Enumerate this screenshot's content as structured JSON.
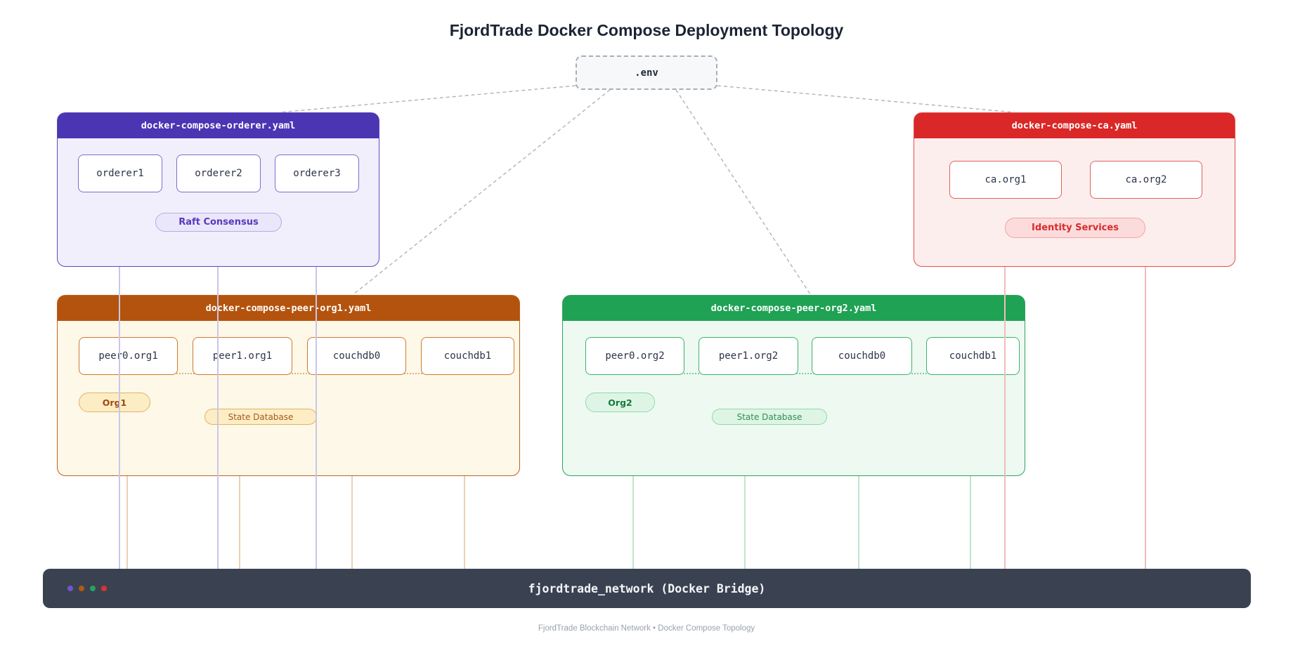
{
  "title": "FjordTrade Docker Compose Deployment Topology",
  "env": {
    "label": ".env"
  },
  "boxes": {
    "orderer": {
      "filename": "docker-compose-orderer.yaml",
      "accent_color": "#4b35b3",
      "services": [
        "orderer1",
        "orderer2",
        "orderer3"
      ],
      "badge": "Raft Consensus"
    },
    "ca": {
      "filename": "docker-compose-ca.yaml",
      "accent_color": "#da2727",
      "services": [
        "ca.org1",
        "ca.org2"
      ],
      "badge": "Identity Services"
    },
    "org1": {
      "filename": "docker-compose-peer-org1.yaml",
      "accent_color": "#b4530d",
      "services": [
        "peer0.org1",
        "peer1.org1",
        "couchdb0",
        "couchdb1"
      ],
      "org_badge": "Org1",
      "state_badge": "State Database"
    },
    "org2": {
      "filename": "docker-compose-peer-org2.yaml",
      "accent_color": "#1fa254",
      "services": [
        "peer0.org2",
        "peer1.org2",
        "couchdb0",
        "couchdb1"
      ],
      "org_badge": "Org2",
      "state_badge": "State Database"
    }
  },
  "connections": {
    "env_links_to": [
      "docker-compose-orderer.yaml",
      "docker-compose-peer-org1.yaml",
      "docker-compose-peer-org2.yaml",
      "docker-compose-ca.yaml"
    ],
    "all_services_connect_to": "fjordtrade_network (Docker Bridge)",
    "connector_colors": {
      "orderer": "#cac6e9",
      "org1": "#edd0b3",
      "org2": "#c0e5cc",
      "ca": "#f2bcba",
      "env_dashed": "#adb3bc"
    }
  },
  "network": {
    "label": "fjordtrade_network (Docker Bridge)",
    "dots": [
      "#6e56cf",
      "#b4590f",
      "#27a35c",
      "#d63333"
    ]
  },
  "footer": {
    "text": "FjordTrade Blockchain Network • Docker Compose Topology"
  }
}
